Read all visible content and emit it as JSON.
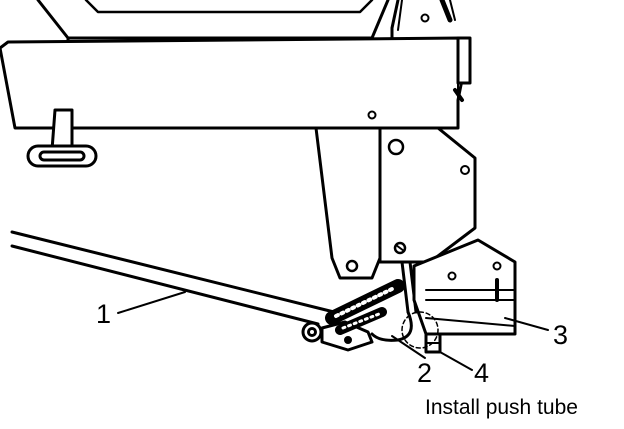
{
  "callouts": {
    "push_tube": "1",
    "spring": "2",
    "bracket": "3",
    "pin": "4"
  },
  "caption": "Install push tube",
  "colors": {
    "line": "#000000",
    "background": "#ffffff",
    "fill": "#ffffff"
  }
}
